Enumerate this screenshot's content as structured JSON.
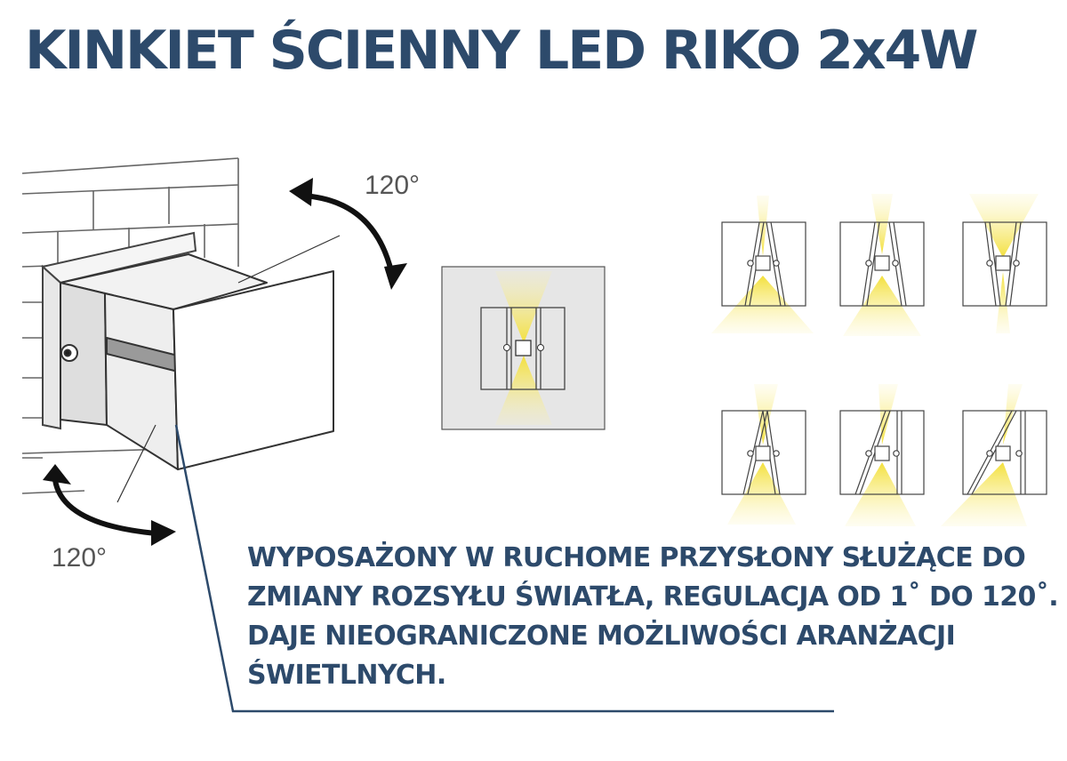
{
  "title": "KINKIET ŚCIENNY LED RIKO 2x4W",
  "angle_top": "120°",
  "angle_bottom": "120°",
  "description": "WYPOSAŻONY W RUCHOME PRZYSŁONY SŁUŻĄCE DO ZMIANY ROZSYŁU ŚWIATŁA, REGULACJA OD 1˚ DO 120˚. DAJE NIEOGRANICZONE MOŻLIWOŚCI ARANŻACJI ŚWIETLNYCH.",
  "colors": {
    "heading": "#2d4a6b",
    "beam": "#f6e45a",
    "line": "#555555",
    "panel": "#e6e6e6"
  }
}
